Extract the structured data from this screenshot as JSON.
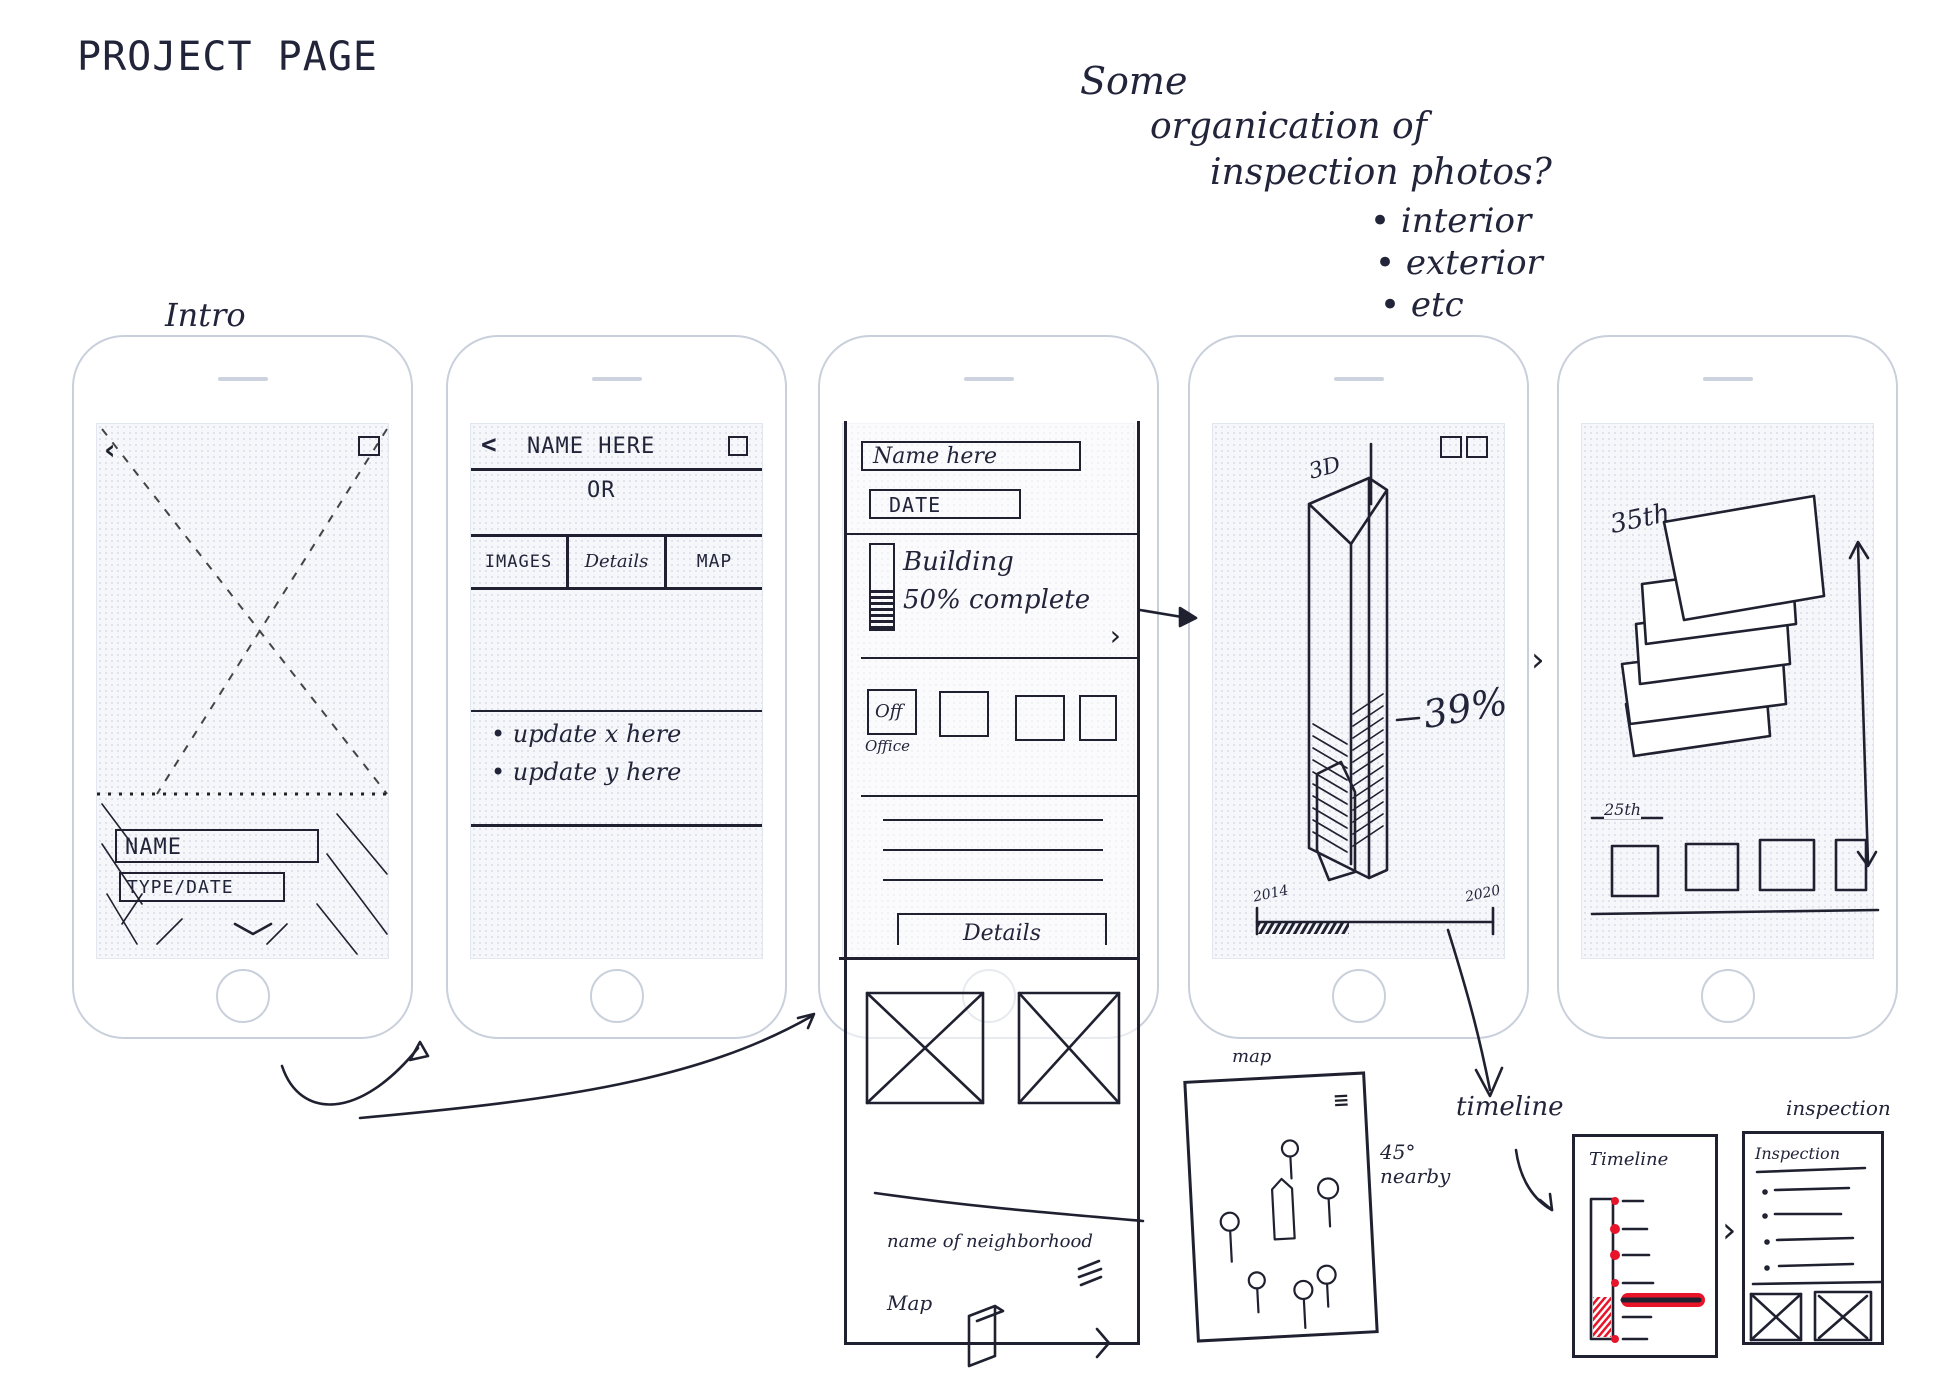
{
  "title": "PROJECT PAGE",
  "note": {
    "lines": [
      "Some",
      "organication of",
      "inspection photos?"
    ],
    "bullets": [
      "interior",
      "exterior",
      "etc"
    ]
  },
  "screens": {
    "intro": {
      "label": "Intro",
      "name_field": "NAME",
      "type_date_field": "TYPE/DATE"
    },
    "overview": {
      "back": "<",
      "title": "NAME HERE",
      "or": "OR",
      "tabs": [
        "IMAGES",
        "Details",
        "MAP"
      ],
      "updates": [
        "update x here",
        "update y here"
      ]
    },
    "detail": {
      "name_field": "Name here",
      "date_field": "DATE",
      "building_label": "Building",
      "progress_text": "50% complete",
      "progress": 50,
      "thumb_label": "Off",
      "thumb_caption": "Office",
      "details_button": "Details",
      "neighborhood": "name of neighborhood",
      "map_label": "Map"
    },
    "model3d": {
      "label": "3D",
      "percent": "39%",
      "progress": 39,
      "start_year": "2014",
      "end_year": "2020"
    },
    "floors": {
      "top_floor": "35th",
      "bottom_floor": "25th"
    }
  },
  "map_sketch": {
    "label": "map",
    "angle_note": "45° nearby"
  },
  "timeline_sketch": {
    "label": "timeline",
    "title": "Timeline"
  },
  "inspection_sketch": {
    "label": "inspection",
    "title": "Inspection"
  }
}
